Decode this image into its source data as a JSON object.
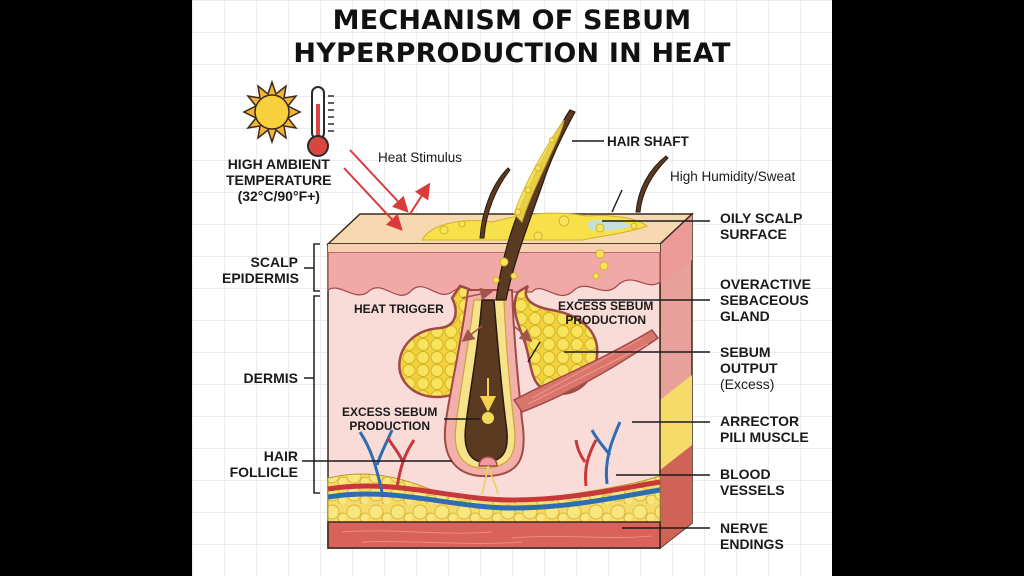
{
  "title": {
    "line1": "MECHANISM OF SEBUM",
    "line2": "HYPERPRODUCTION IN HEAT"
  },
  "icons": {
    "sun": "sun-icon",
    "thermometer": "thermometer-icon"
  },
  "labels": {
    "ambient": {
      "line1": "HIGH AMBIENT",
      "line2": "TEMPERATURE",
      "line3": "(32°C/90°F+)"
    },
    "heat_stimulus": "Heat Stimulus",
    "hair_shaft": "HAIR SHAFT",
    "humidity": "High Humidity/Sweat",
    "oily_scalp": {
      "line1": "OILY SCALP",
      "line2": "SURFACE"
    },
    "scalp_epidermis": {
      "line1": "SCALP",
      "line2": "EPIDERMIS"
    },
    "heat_trigger": "HEAT TRIGGER",
    "excess_sebum_upper": {
      "line1": "EXCESS SEBUM",
      "line2": "PRODUCTION"
    },
    "overactive_gland": {
      "line1": "OVERACTIVE",
      "line2": "SEBACEOUS",
      "line3": "GLAND"
    },
    "dermis": "DERMIS",
    "sebum_output": {
      "line1": "SEBUM",
      "line2": "OUTPUT",
      "line3": "(Excess)"
    },
    "excess_sebum_lower": {
      "line1": "EXCESS SEBUM",
      "line2": "PRODUCTION"
    },
    "arrector": {
      "line1": "ARRECTOR",
      "line2": "PILI MUSCLE"
    },
    "hair_follicle": {
      "line1": "HAIR",
      "line2": "FOLLICLE"
    },
    "blood_vessels": {
      "line1": "BLOOD",
      "line2": "VESSELS"
    },
    "nerve_endings": {
      "line1": "NERVE",
      "line2": "ENDINGS"
    }
  },
  "colors": {
    "background": "#ffffff",
    "grid": "#ececec",
    "letterbox": "#000000",
    "surface": "#f6d9b0",
    "epidermis": "#f0a9a6",
    "dermis": "#f9dcd8",
    "sebum": "#f7e04a",
    "hair": "#5a3b22",
    "fat": "#f5dc6a",
    "muscle_layer": "#d9625a",
    "artery": "#c8383a",
    "vein": "#2f6db3",
    "heat_arrow": "#d93a3a"
  }
}
